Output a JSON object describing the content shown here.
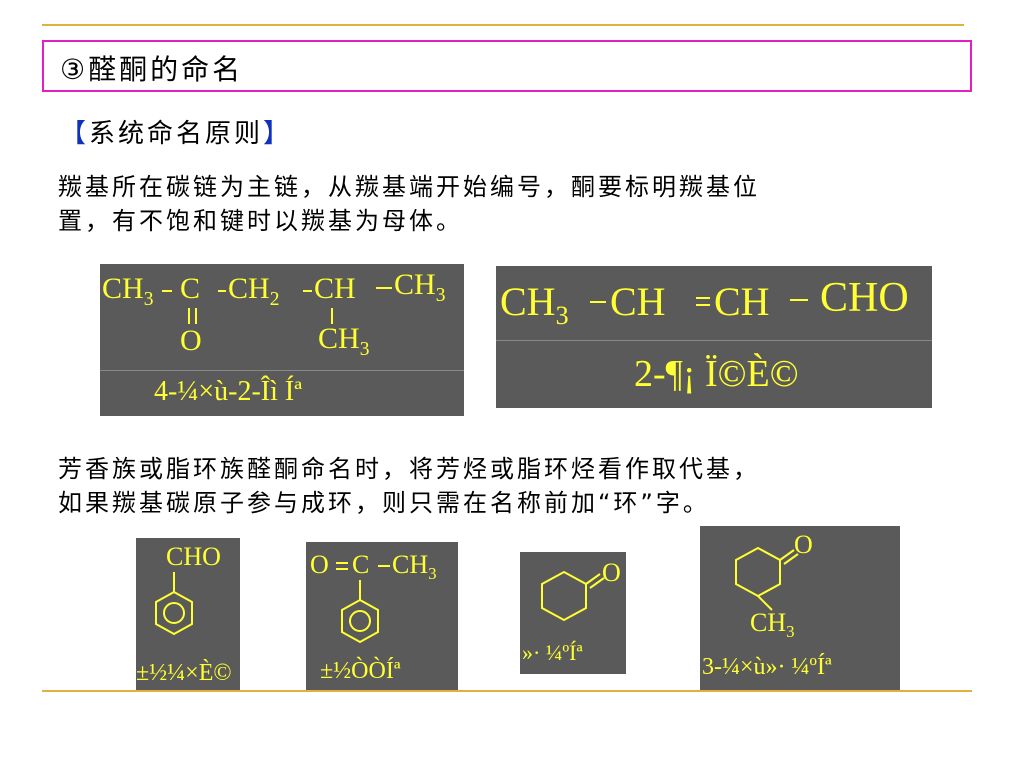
{
  "slide": {
    "title": "③醛酮的命名",
    "section_open": "【",
    "section_label": "系统命名原则",
    "section_close": "】",
    "para1_line1": "羰基所在碳链为主链，从羰基端开始编号，酮要标明羰基位",
    "para1_line2": "置，有不饱和键时以羰基为母体。",
    "para2_line1": "芳香族或脂环族醛酮命名时，将芳烃或脂环烃看作取代基，",
    "para2_line2": "如果羰基碳原子参与成环，则只需在名称前加“环”字。"
  },
  "struct1": {
    "ch3a": "CH",
    "s3a": "3",
    "c": "C",
    "ch2": "CH",
    "s2": "2",
    "ch": "CH",
    "ch3b": "CH",
    "s3b": "3",
    "o": "O",
    "ch3c": "CH",
    "s3c": "3",
    "name": "4-¼×ù-2-Îì Íª"
  },
  "struct2": {
    "ch3": "CH",
    "s3": "3",
    "ch_a": "CH",
    "eq": "=",
    "ch_b": "CH",
    "cho": "CHO",
    "name": "2-¶¡ Ï©È©"
  },
  "struct3": {
    "cho": "CHO",
    "name": "±½¼×È©"
  },
  "struct4": {
    "o": "O",
    "c": "C",
    "ch3": "CH",
    "s3": "3",
    "name": "±½ÒÒÍª"
  },
  "struct5": {
    "o": "O",
    "name": "»· ¼ºÍª"
  },
  "struct6": {
    "o": "O",
    "ch3": "CH",
    "s3": "3",
    "name": "3-¼×ù»· ¼ºÍª"
  },
  "colors": {
    "accent_rule": "#e0b040",
    "title_border": "#e020c0",
    "panel": "#5a5a5a",
    "formula": "#ffff33"
  }
}
